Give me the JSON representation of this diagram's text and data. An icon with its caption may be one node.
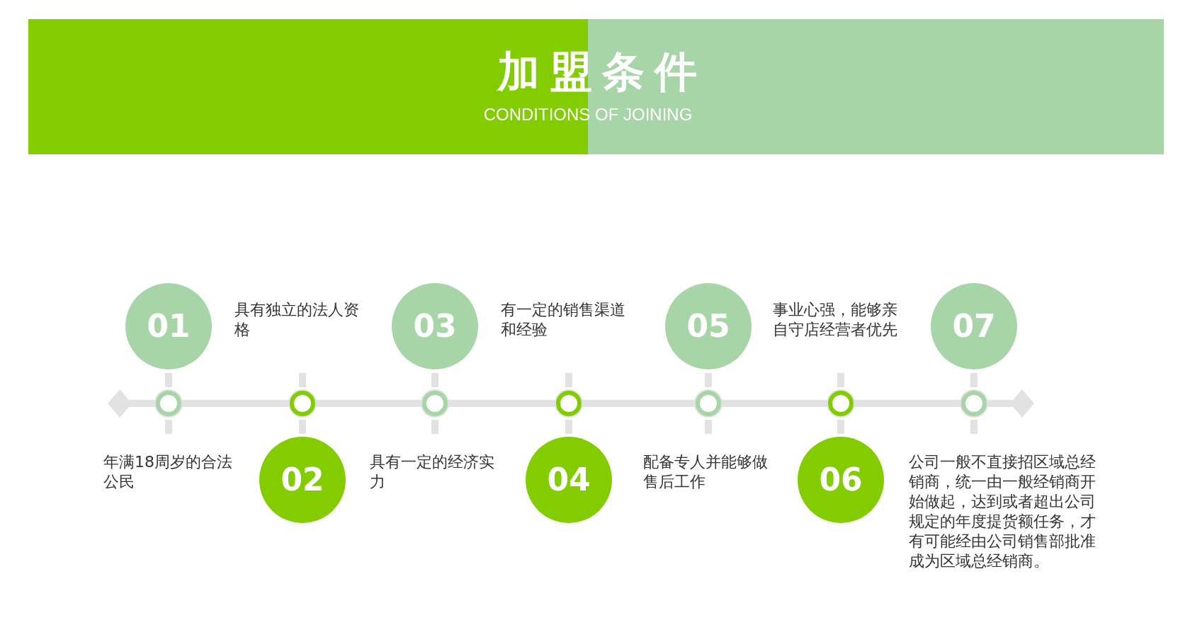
{
  "diagram": {
    "title": "加盟条件",
    "caption": "CONDITIONS OF JOINING",
    "nodes": [
      {
        "text": [
          "01"
        ]
      },
      {
        "text": [
          "02"
        ]
      },
      {
        "text": [
          "03"
        ]
      },
      {
        "text": [
          "04"
        ]
      },
      {
        "text": [
          "05"
        ]
      },
      {
        "text": [
          "06"
        ]
      },
      {
        "text": [
          "07"
        ]
      }
    ],
    "labels": [
      "年满18周岁的合法公民",
      "具有独立的法人资格",
      "具有一定的经济实力",
      "有一定的销售渠道和经验",
      "配备专人并能够做售后工作",
      "事业心强，能够亲自守店经营者优先",
      "公司一般不直接招区域总经销商，统一由一般经销商开始做起，达到或者超出公司规定的年度提货额任务，才有可能经由公司销售部批准成为区域总经销商。"
    ]
  }
}
